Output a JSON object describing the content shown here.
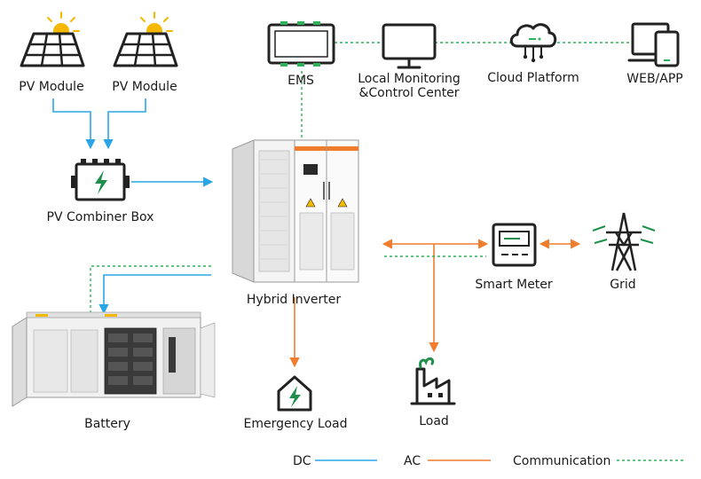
{
  "nodes": {
    "pv_module_1": "PV Module",
    "pv_module_2": "PV Module",
    "pv_combiner_box": "PV Combiner Box",
    "ems": "EMS",
    "local_monitoring_line1": "Local Monitoring",
    "local_monitoring_line2": "&Control Center",
    "cloud_platform": "Cloud Platform",
    "web_app": "WEB/APP",
    "hybrid_inverter": "Hybrid Inverter",
    "smart_meter": "Smart Meter",
    "grid": "Grid",
    "battery": "Battery",
    "emergency_load": "Emergency Load",
    "load": "Load"
  },
  "legend": {
    "dc": "DC",
    "ac": "AC",
    "communication": "Communication"
  },
  "colors": {
    "dc": "#2aa6e6",
    "ac": "#f07d2e",
    "communication": "#2fb35a",
    "accent_green": "#1f8f4a",
    "icon_dark": "#222222",
    "solar_sun": "#f5b800"
  },
  "icons": {
    "pv_module_1": "solar-panel-icon",
    "pv_module_2": "solar-panel-icon",
    "pv_combiner_box": "combiner-box-icon",
    "ems": "ems-controller-icon",
    "local_monitoring": "monitor-icon",
    "cloud_platform": "cloud-icon",
    "web_app": "devices-icon",
    "hybrid_inverter": "inverter-cabinet-icon",
    "smart_meter": "meter-icon",
    "grid": "transmission-tower-icon",
    "battery": "battery-container-icon",
    "emergency_load": "house-lightning-icon",
    "load": "factory-icon"
  }
}
